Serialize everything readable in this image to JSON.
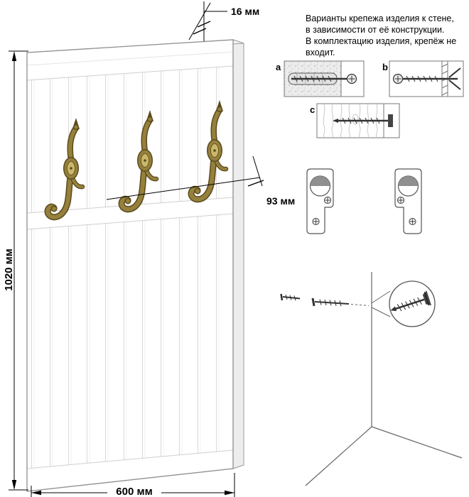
{
  "diagram": {
    "dimensions": {
      "height": "1020 мм",
      "width": "600 мм",
      "thickness": "16 мм",
      "hook_line_offset": "93 мм"
    },
    "note_lines": {
      "l1": "Варианты крепежа изделия к стене,",
      "l2": "в зависимости от её конструкции.",
      "l3": "В комплектацию изделия, крепёж не",
      "l4": "входит."
    },
    "fastener_options": {
      "a": "a",
      "b": "b",
      "c": "c"
    },
    "colors": {
      "hook_brass": "#95803c",
      "hook_brass_dark": "#5a4a1c",
      "panel_groove": "#d9d9d9",
      "dimension_line": "#000000"
    }
  }
}
